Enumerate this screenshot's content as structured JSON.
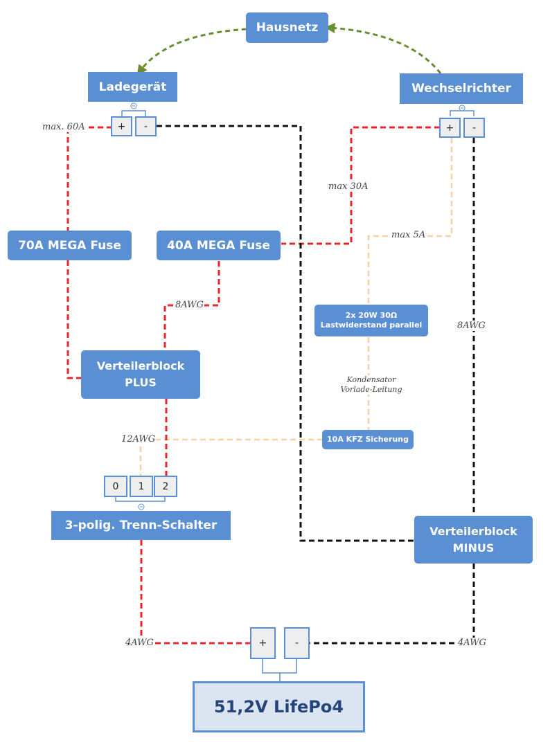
{
  "nodes": {
    "hausnetz": "Hausnetz",
    "ladegeraet": "Ladegerät",
    "wechselrichter": "Wechselrichter",
    "fuse70": "70A MEGA Fuse",
    "fuse40": "40A MEGA Fuse",
    "verteiler_plus_line1": "Verteilerblock",
    "verteiler_plus_line2": "PLUS",
    "lastwiderstand_line1": "2x 20W 30Ω",
    "lastwiderstand_line2": "Lastwiderstand parallel",
    "kfz_sicherung": "10A KFZ Sicherung",
    "trennschalter": "3-polig. Trenn-Schalter",
    "verteiler_minus_line1": "Verteilerblock",
    "verteiler_minus_line2": "MINUS",
    "battery": "51,2V LifePo4"
  },
  "terminals": {
    "plus": "+",
    "minus": "-",
    "switch_positions": [
      "0",
      "1",
      "2"
    ]
  },
  "wire_labels": {
    "max60": "max. 60A",
    "max30": "max 30A",
    "max5": "max 5A",
    "awg8_left": "8AWG",
    "awg8_right": "8AWG",
    "awg12": "12AWG",
    "kondensator_line1": "Kondensator",
    "kondensator_line2": "Vorlade-Leitung",
    "awg4_left": "4AWG",
    "awg4_right": "4AWG"
  },
  "colors": {
    "box_fill": "#5b8fd3",
    "positive_wire": "#e8262a",
    "negative_wire": "#111111",
    "precharge_wire": "#f9cfa6",
    "ac_arrow": "#6a8d32",
    "battery_fill": "#dbe5f1"
  }
}
